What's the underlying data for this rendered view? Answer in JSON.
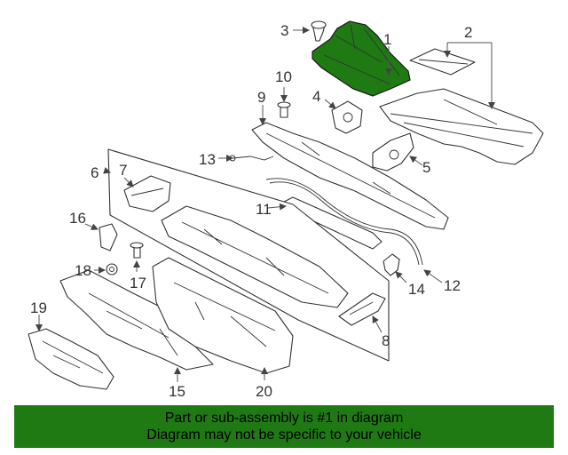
{
  "diagram": {
    "highlight_color": "#1f7a14",
    "callouts": [
      "1",
      "2",
      "3",
      "4",
      "5",
      "6",
      "7",
      "8",
      "9",
      "10",
      "11",
      "12",
      "13",
      "14",
      "15",
      "16",
      "17",
      "18",
      "19",
      "20"
    ]
  },
  "banner": {
    "line1": "Part or sub-assembly is #1 in diagram",
    "line2": "Diagram may not be specific to your vehicle",
    "background": "#1f7a14"
  }
}
